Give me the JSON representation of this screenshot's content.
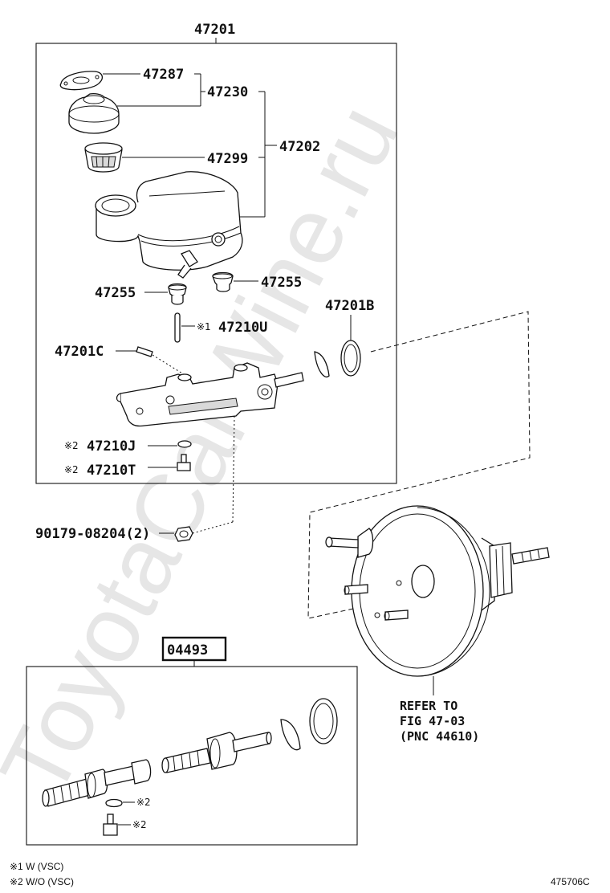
{
  "watermark": "ToyotaCarWine.ru",
  "labels": {
    "p47201": "47201",
    "p47287": "47287",
    "p47230": "47230",
    "p47202": "47202",
    "p47299": "47299",
    "p47255_left": "47255",
    "p47255_right": "47255",
    "p47201B": "47201B",
    "p47210U": "47210U",
    "p47201C": "47201C",
    "p47210J": "47210J",
    "p47210T": "47210T",
    "p90179": "90179-08204(2)",
    "p04493": "04493"
  },
  "markers": {
    "m1": "※1",
    "m2": "※2"
  },
  "refer": {
    "line1": "REFER TO",
    "line2": "FIG 47-03",
    "line3": "(PNC 44610)"
  },
  "legend": {
    "note1": "※1 W (VSC)",
    "note2": "※2 W/O (VSC)"
  },
  "figure_code": "475706C"
}
